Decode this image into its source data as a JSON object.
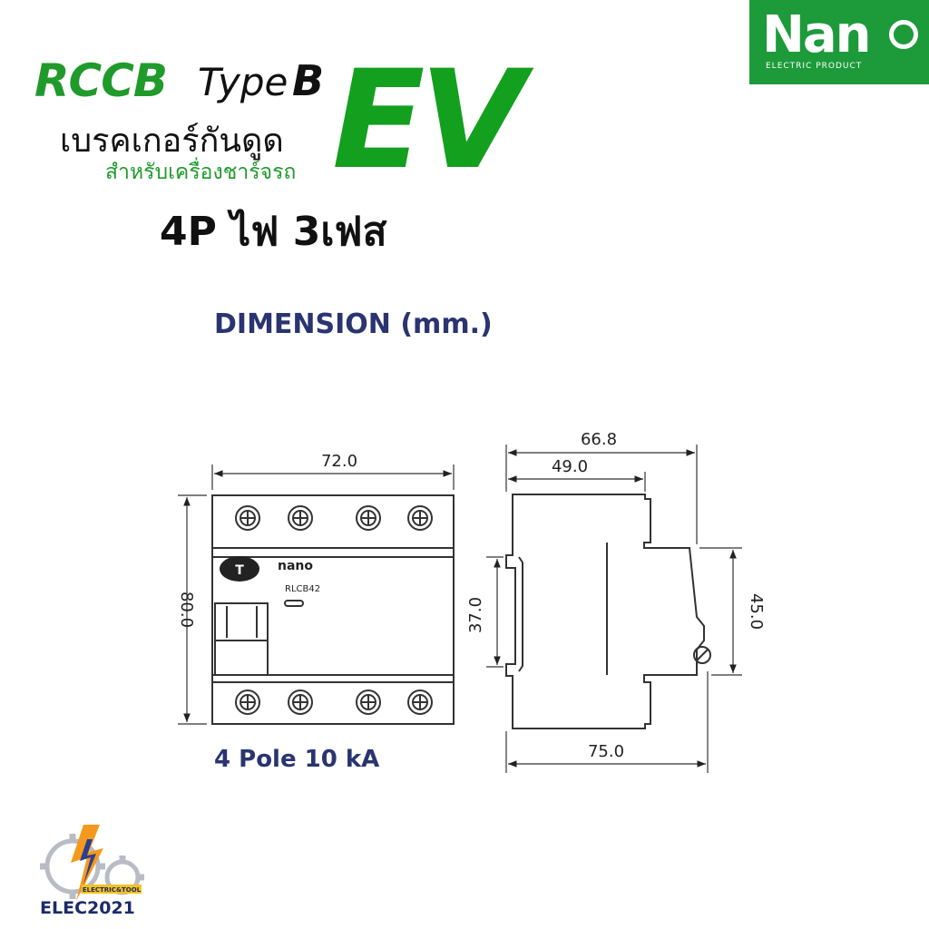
{
  "header": {
    "rccb": "RCCB",
    "type": "Type",
    "b": "B",
    "ev": "EV",
    "thai_line1": "เบรคเกอร์กันดูด",
    "thai_line2": "สำหรับเครื่องชาร์จรถ",
    "phase": "4P ไฟ 3เฟส"
  },
  "brand_logo": {
    "name": "Nano",
    "word": "Nan",
    "tagline": "ELECTRIC PRODUCT",
    "color": "#1d9a3a"
  },
  "diagram": {
    "title": "DIMENSION (mm.)",
    "caption": "4 Pole 10 kA",
    "front": {
      "width": "72.0",
      "height": "80.0",
      "button_label": "T",
      "brand": "nano",
      "model": "RLCB42"
    },
    "side": {
      "total_depth": "66.8",
      "depth_to_face": "49.0",
      "rail_height": "37.0",
      "face_height": "45.0",
      "base_width": "75.0"
    }
  },
  "watermark": {
    "text": "ELEC2021",
    "small": "ELECTRIC&TOOL"
  },
  "colors": {
    "green": "#1f9a2b",
    "navy": "#2a3470",
    "line": "#333333"
  }
}
